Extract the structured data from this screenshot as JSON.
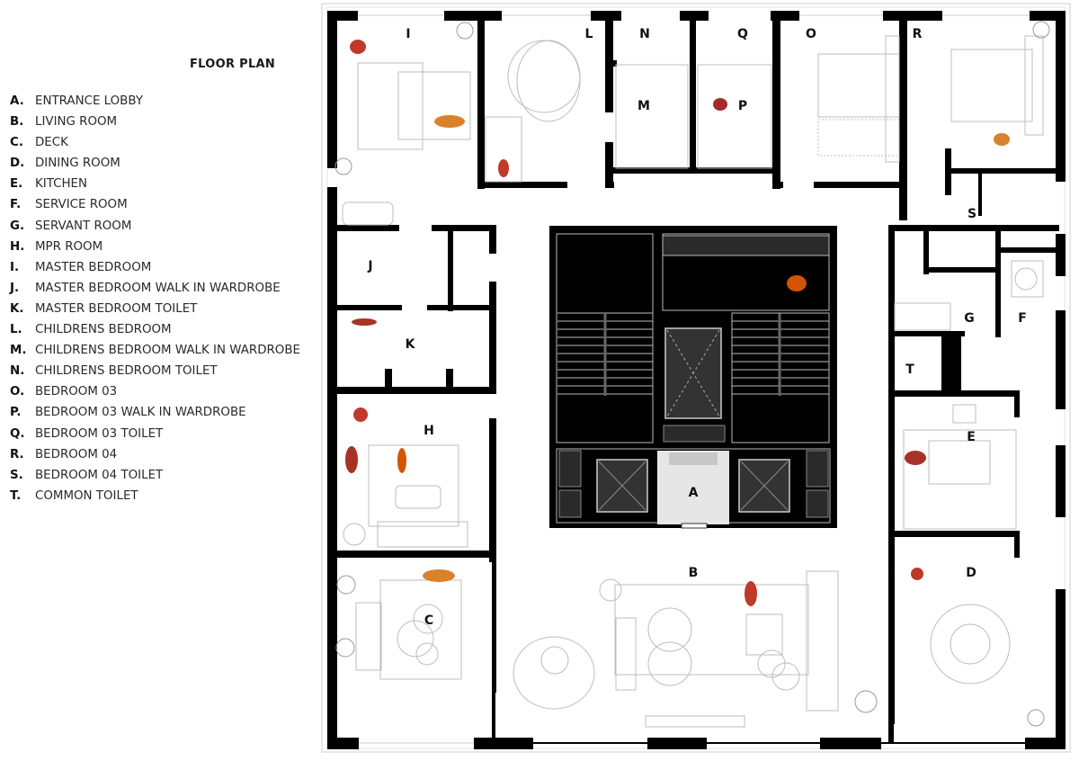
{
  "legend": {
    "title": "FLOOR PLAN",
    "items": [
      {
        "key": "A.",
        "label": "ENTRANCE LOBBY"
      },
      {
        "key": "B.",
        "label": "LIVING ROOM"
      },
      {
        "key": "C.",
        "label": "DECK"
      },
      {
        "key": "D.",
        "label": "DINING ROOM"
      },
      {
        "key": "E.",
        "label": "KITCHEN"
      },
      {
        "key": "F.",
        "label": "SERVICE ROOM"
      },
      {
        "key": "G.",
        "label": "SERVANT ROOM"
      },
      {
        "key": "H.",
        "label": "MPR ROOM"
      },
      {
        "key": "I.",
        "label": "MASTER BEDROOM"
      },
      {
        "key": "J.",
        "label": "MASTER BEDROOM WALK IN WARDROBE"
      },
      {
        "key": "K.",
        "label": "MASTER BEDROOM TOILET"
      },
      {
        "key": "L.",
        "label": "CHILDRENS BEDROOM"
      },
      {
        "key": "M.",
        "label": "CHILDRENS BEDROOM WALK IN WARDROBE"
      },
      {
        "key": "N.",
        "label": "CHILDRENS BEDROOM TOILET"
      },
      {
        "key": "O.",
        "label": "BEDROOM 03"
      },
      {
        "key": "P.",
        "label": "BEDROOM 03 WALK IN WARDROBE"
      },
      {
        "key": "Q.",
        "label": "BEDROOM 03 TOILET"
      },
      {
        "key": "R.",
        "label": "BEDROOM 04"
      },
      {
        "key": "S.",
        "label": "BEDROOM 04 TOILET"
      },
      {
        "key": "T.",
        "label": "COMMON TOILET"
      }
    ]
  },
  "plan": {
    "room_labels": {
      "A": "A",
      "B": "B",
      "C": "C",
      "D": "D",
      "E": "E",
      "F": "F",
      "G": "G",
      "H": "H",
      "I": "I",
      "J": "J",
      "K": "K",
      "L": "L",
      "M": "M",
      "N": "N",
      "O": "O",
      "P": "P",
      "Q": "Q",
      "R": "R",
      "S": "S",
      "T": "T"
    },
    "colors": {
      "wall": "#000000",
      "core": "#000000",
      "lift": "#3a3a3a",
      "lobby": "#e6e6e6",
      "furniture": "#bdbdbd",
      "figure_red": "#c0392b",
      "figure_orange": "#d9822b"
    }
  }
}
